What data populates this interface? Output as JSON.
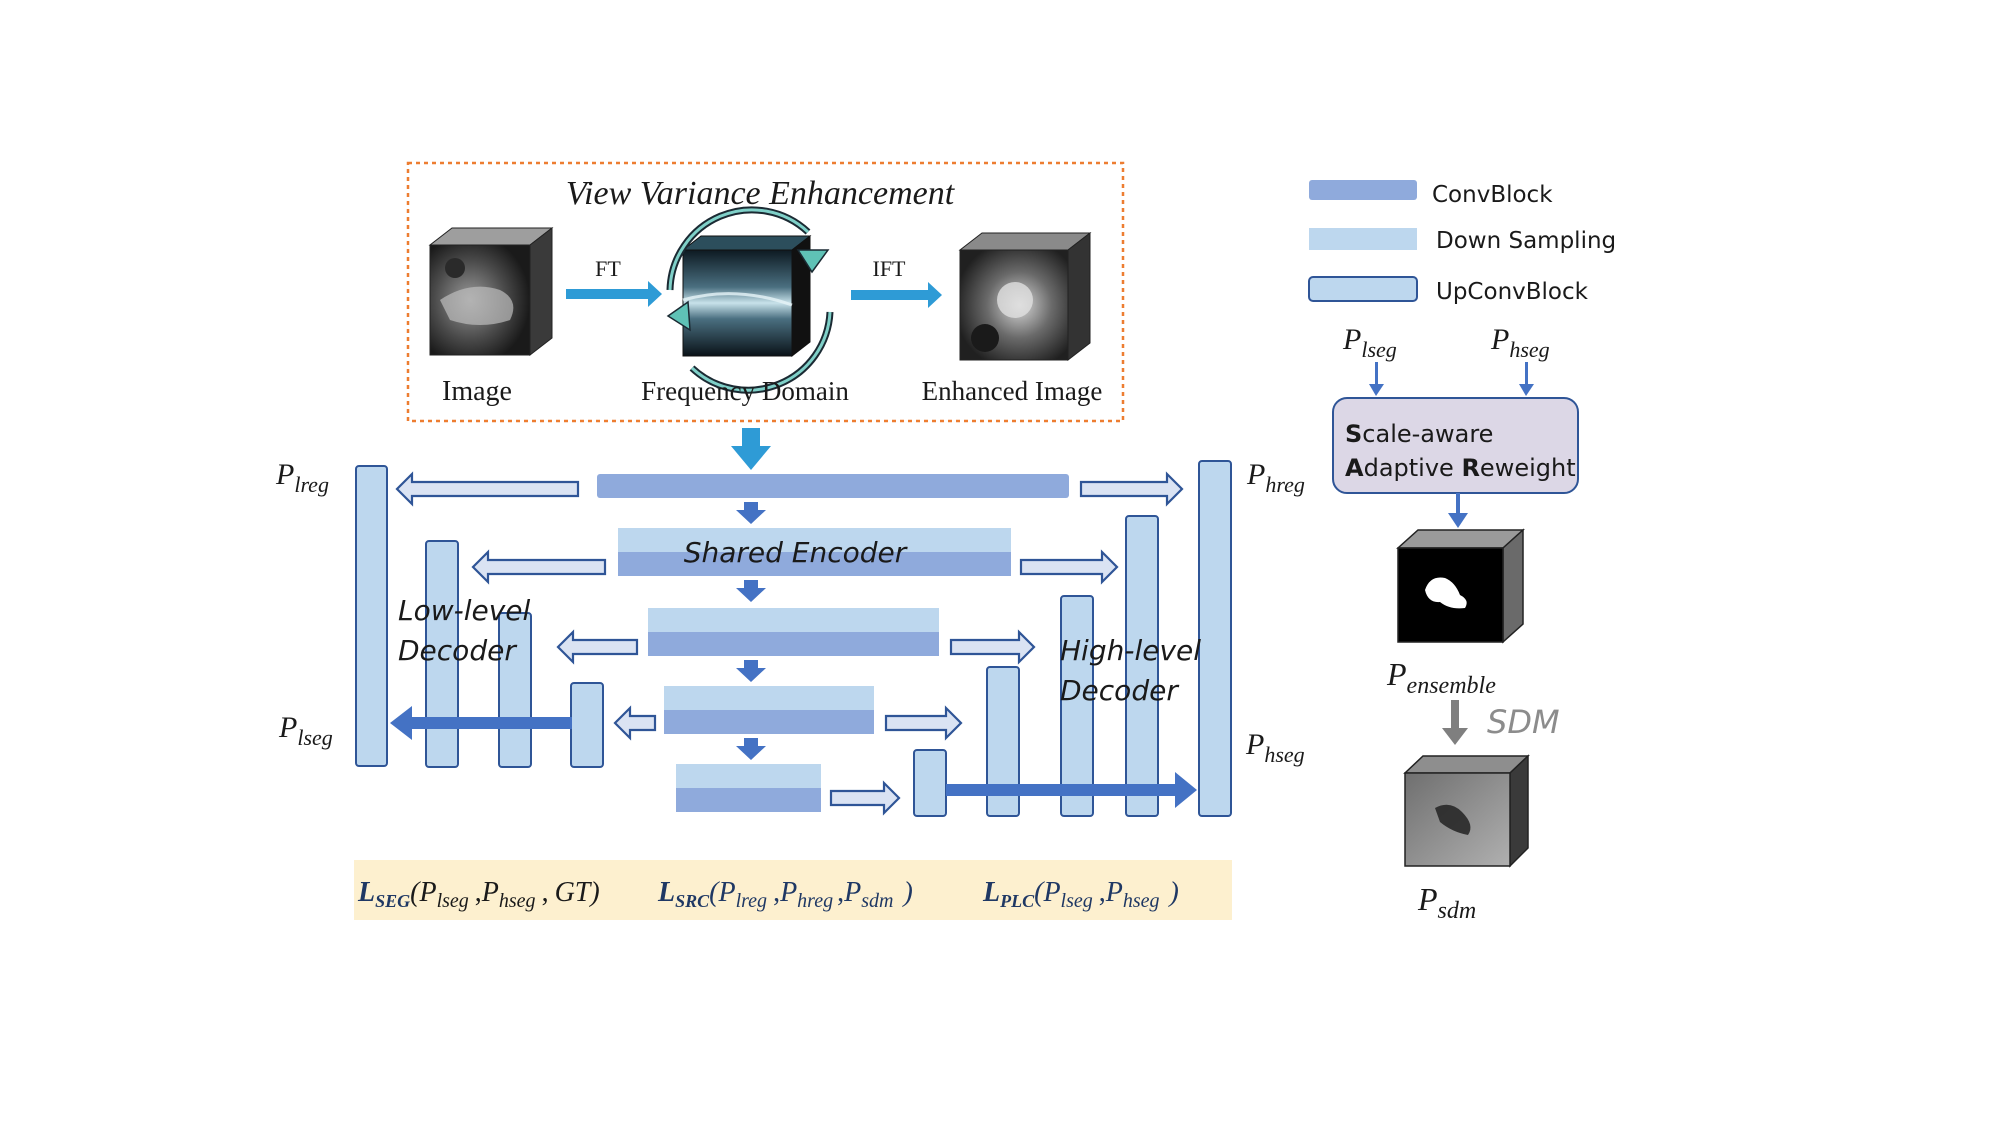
{
  "vve": {
    "title": "View Variance Enhancement",
    "ft": "FT",
    "ift": "IFT",
    "image_label": "Image",
    "freq_label": "Frequency Domain",
    "enhanced_label": "Enhanced Image"
  },
  "encoder_label": "Shared Encoder",
  "low_decoder": [
    "Low-level",
    "Decoder"
  ],
  "high_decoder": [
    "High-level",
    "Decoder"
  ],
  "outputs": {
    "p_lreg": {
      "main": "P",
      "sub": "lreg"
    },
    "p_lseg": {
      "main": "P",
      "sub": "lseg"
    },
    "p_hreg": {
      "main": "P",
      "sub": "hreg"
    },
    "p_hseg": {
      "main": "P",
      "sub": "hseg"
    }
  },
  "legend": {
    "conv": "ConvBlock",
    "down": "Down Sampling",
    "up": "UpConvBlock"
  },
  "sar": {
    "inputs": [
      {
        "main": "P",
        "sub": "lseg"
      },
      {
        "main": "P",
        "sub": "hseg"
      }
    ],
    "line1_bold": "S",
    "line1_rest": "cale-aware",
    "line2_bold1": "A",
    "line2_rest1": "daptive ",
    "line2_bold2": "R",
    "line2_rest2": "eweight"
  },
  "ensemble": {
    "main": "P",
    "sub": "ensemble"
  },
  "sdm_label": "SDM",
  "psdm": {
    "main": "P",
    "sub": "sdm"
  },
  "losses": {
    "seg": {
      "name": "L",
      "sub": "SEG",
      "args_open": "(",
      "a1": "P",
      "a1s": "lseg",
      "a2": "P",
      "a2s": "hseg",
      "a3": "GT",
      "close": ")"
    },
    "src": {
      "name": "L",
      "sub": "SRC",
      "args_open": "(",
      "a1": "P",
      "a1s": "lreg",
      "a2": "P",
      "a2s": "hreg",
      "a3": "P",
      "a3s": "sdm",
      "close": ")"
    },
    "plc": {
      "name": "L",
      "sub": "PLC",
      "args_open": "(",
      "a1": "P",
      "a1s": "lseg",
      "a2": "P",
      "a2s": "hseg",
      "close": ")"
    }
  },
  "colors": {
    "conv_block": "#8faadc",
    "down_sampling": "#bdd7ee",
    "up_conv_block": "#bdd7ee",
    "dashed_border": "#ed7d31",
    "loss_bg": "#fdf0cf",
    "sar_bg": "#dcd7e6",
    "arrow": "#4472c4",
    "sdm_text": "#8c8c8c"
  }
}
